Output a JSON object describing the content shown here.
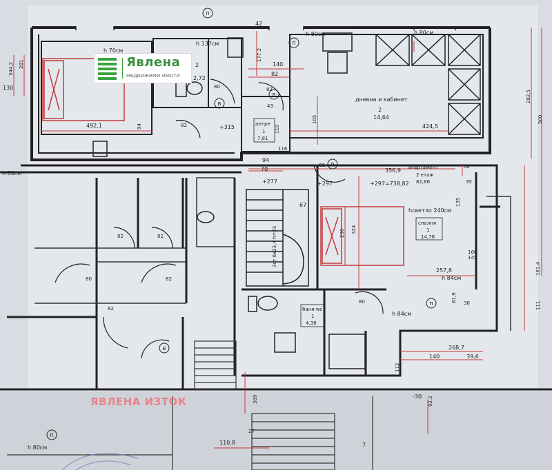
{
  "brand": {
    "name": "Явлена",
    "tagline": "недвижими имоти",
    "watermark": "ЯВЛЕНА ИЗТОК",
    "color": "#3b8f3e",
    "watermark_color": "#e8838a"
  },
  "plan": {
    "ink_color": "#222222",
    "dim_color": "#c23a3a",
    "rooms": [
      {
        "name": "дневна и кабинет",
        "number": "2",
        "area": "14,64"
      },
      {
        "name": "антре",
        "number": "1",
        "area": "7,81"
      },
      {
        "name": "апартамент",
        "number": "2 етаж",
        "area": "82,66"
      },
      {
        "name": "спалня",
        "number": "1",
        "area": "14,78"
      },
      {
        "name": "баня-wc",
        "number": "1",
        "area": "4,38"
      },
      {
        "name": "",
        "number": "2",
        "area": "2,72"
      }
    ],
    "heights": [
      "h 70см",
      "h 137см",
      "h 80см",
      "h 80см",
      "h 80см",
      "hсветло 240см",
      "h 84см",
      "h 84см",
      "h 80см"
    ],
    "levels": [
      "+315",
      "+277",
      "+297",
      "+297=738,82",
      "-30"
    ],
    "stair": "3ст 6х23,4 h=23",
    "dimensions": [
      "42",
      "140",
      "82",
      "177,2",
      "492,1",
      "424,5",
      "356,9",
      "94",
      "70",
      "116",
      "105",
      "67",
      "324",
      "230",
      "257,8",
      "268,7",
      "140",
      "39,6",
      "309",
      "110,8",
      "7",
      "92,2",
      "282,5",
      "161,4",
      "111",
      "344,2",
      "130",
      "281",
      "500",
      "32",
      "35",
      "160",
      "145",
      "135",
      "38",
      "81,9",
      "112",
      "43",
      "110",
      "94",
      "27"
    ],
    "doors": [
      "80",
      "82",
      "82",
      "80",
      "82",
      "82",
      "80",
      "82",
      "82",
      "80"
    ],
    "circle_marks": [
      "П",
      "П",
      "В",
      "В",
      "В",
      "П",
      "П",
      "П"
    ]
  }
}
